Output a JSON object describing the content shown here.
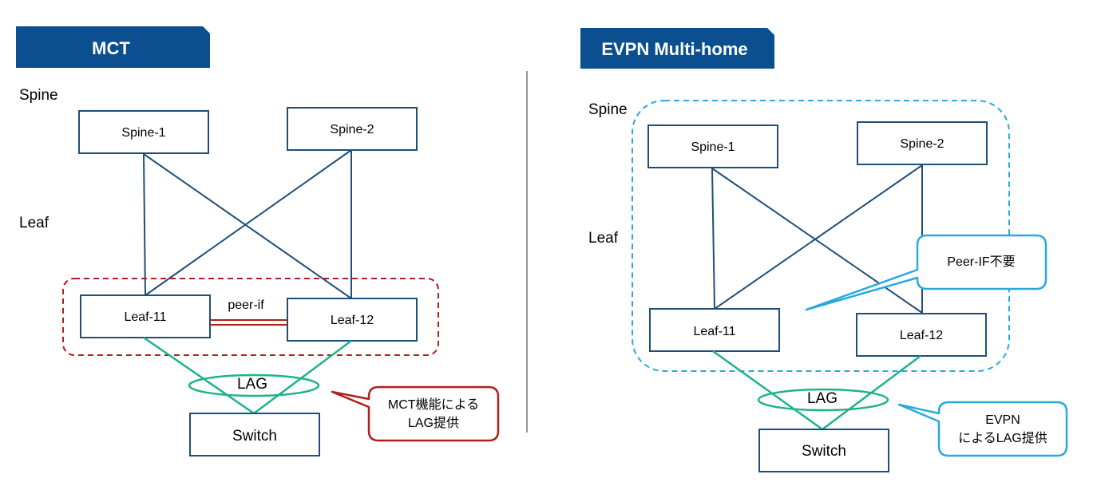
{
  "colors": {
    "header_bg": "#0b4f91",
    "node_border": "#1f4e79",
    "link": "#1f4e79",
    "lag": "#1db38a",
    "mct_group": "#b01e1e",
    "evpn_group": "#29a9e0",
    "callout_red": "#b01e1e",
    "callout_blue": "#29a9e0"
  },
  "mct": {
    "header": "MCT",
    "spine_label": "Spine",
    "leaf_label": "Leaf",
    "spine1": "Spine-1",
    "spine2": "Spine-2",
    "leaf11": "Leaf-11",
    "leaf12": "Leaf-12",
    "peer_if": "peer-if",
    "lag": "LAG",
    "switch": "Switch",
    "callout_line1": "MCT機能による",
    "callout_line2": "LAG提供"
  },
  "evpn": {
    "header": "EVPN Multi-home",
    "spine_label": "Spine",
    "leaf_label": "Leaf",
    "spine1": "Spine-1",
    "spine2": "Spine-2",
    "leaf11": "Leaf-11",
    "leaf12": "Leaf-12",
    "peer_if_callout": "Peer-IF不要",
    "lag": "LAG",
    "switch": "Switch",
    "callout_line1": "EVPN",
    "callout_line2": "によるLAG提供"
  }
}
